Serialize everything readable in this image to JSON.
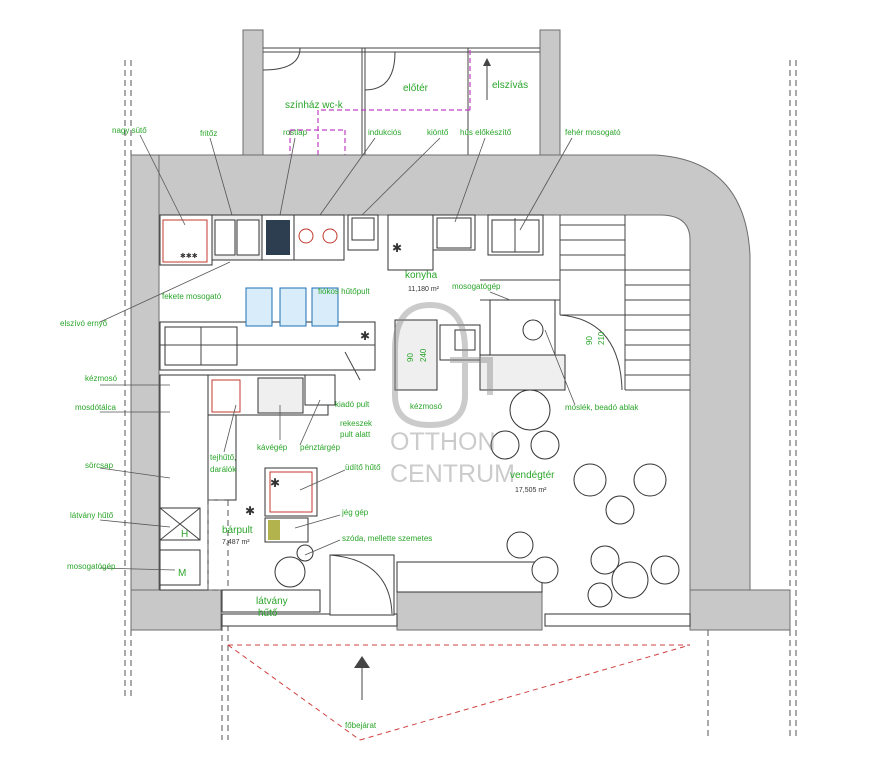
{
  "labels": {
    "nagy_suto": "nagy sütő",
    "fritoz": "fritőz",
    "rostlap": "rostlap",
    "indukcios": "indukciós",
    "kionto": "kiöntő",
    "hus_elokeszito": "hús előkészítő",
    "feher_mosogato": "fehér mosogató",
    "szinhaz_wc": "színház wc-k",
    "eloter": "előtér",
    "elszivas": "elszívás",
    "konyha": "konyha",
    "konyha_area": "11,180 m²",
    "mosogatogep_top": "mosogatógép",
    "fekete_mosogato": "fekete mosogató",
    "fiokos_hutopult": "fiókos hűtőpult",
    "elszivo_erny": "elszívó ernyő",
    "kezmoso_left": "kézmosó",
    "mosdotalca": "mosdótálca",
    "sorcsap": "sörcsap",
    "latvany_huto_left": "látvány hűtő",
    "mosogatogep_left": "mosogatógép",
    "tejhuto": "tejhűtő,",
    "darálok": "darálók",
    "kavegep": "kávégép",
    "penztargep": "pénztárgép",
    "kiado_pult": "kiadó pult",
    "rekeszek": "rekeszek",
    "pult_alatt": "pult alatt",
    "udito_huto": "üdítő hűtő",
    "barpult": "bárpult",
    "barpult_area": "7,487 m²",
    "jeg_gep": "jég gép",
    "szoda": "szóda, mellette szemetes",
    "latvany": "látvány",
    "huto": "hűtő",
    "fobejarat": "főbejárat",
    "kezmoso_mid": "kézmosó",
    "moslek": "moslék, beadó ablak",
    "vendegter": "vendégtér",
    "vendegter_area": "17,505 m²",
    "door_90_a": "90",
    "door_240": "240",
    "door_90_b": "90",
    "door_210": "210",
    "sq_H": "H",
    "sq_M": "M"
  },
  "watermark": {
    "logo": "OC",
    "line1": "OTTHON",
    "line2": "CENTRUM"
  },
  "colors": {
    "label": "#2aa52a",
    "wall": "#c8c8c8",
    "ventilation": "#c040c0",
    "entrance": "#d04040",
    "watermark": "#8d8d8d"
  }
}
